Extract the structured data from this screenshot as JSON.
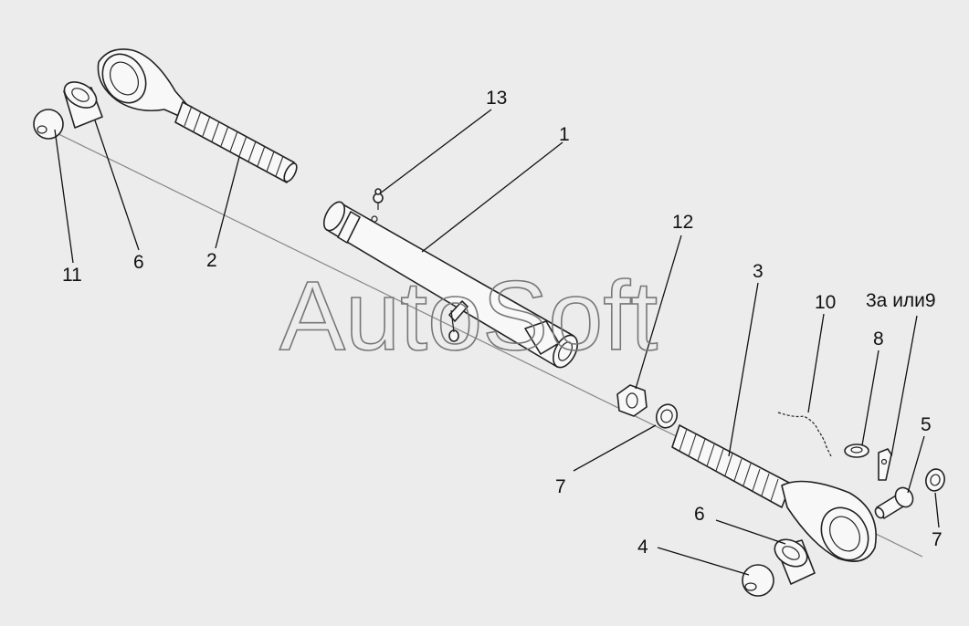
{
  "watermark": "AutoSoft",
  "labels": {
    "l1": "1",
    "l2": "2",
    "l3": "3",
    "l3a9": "3а или9",
    "l4": "4",
    "l5": "5",
    "l6a": "6",
    "l6b": "6",
    "l7a": "7",
    "l7b": "7",
    "l8": "8",
    "l10": "10",
    "l11": "11",
    "l12": "12",
    "l13": "13"
  },
  "colors": {
    "background": "#ececec",
    "line": "#222222",
    "watermark": "#777777"
  }
}
